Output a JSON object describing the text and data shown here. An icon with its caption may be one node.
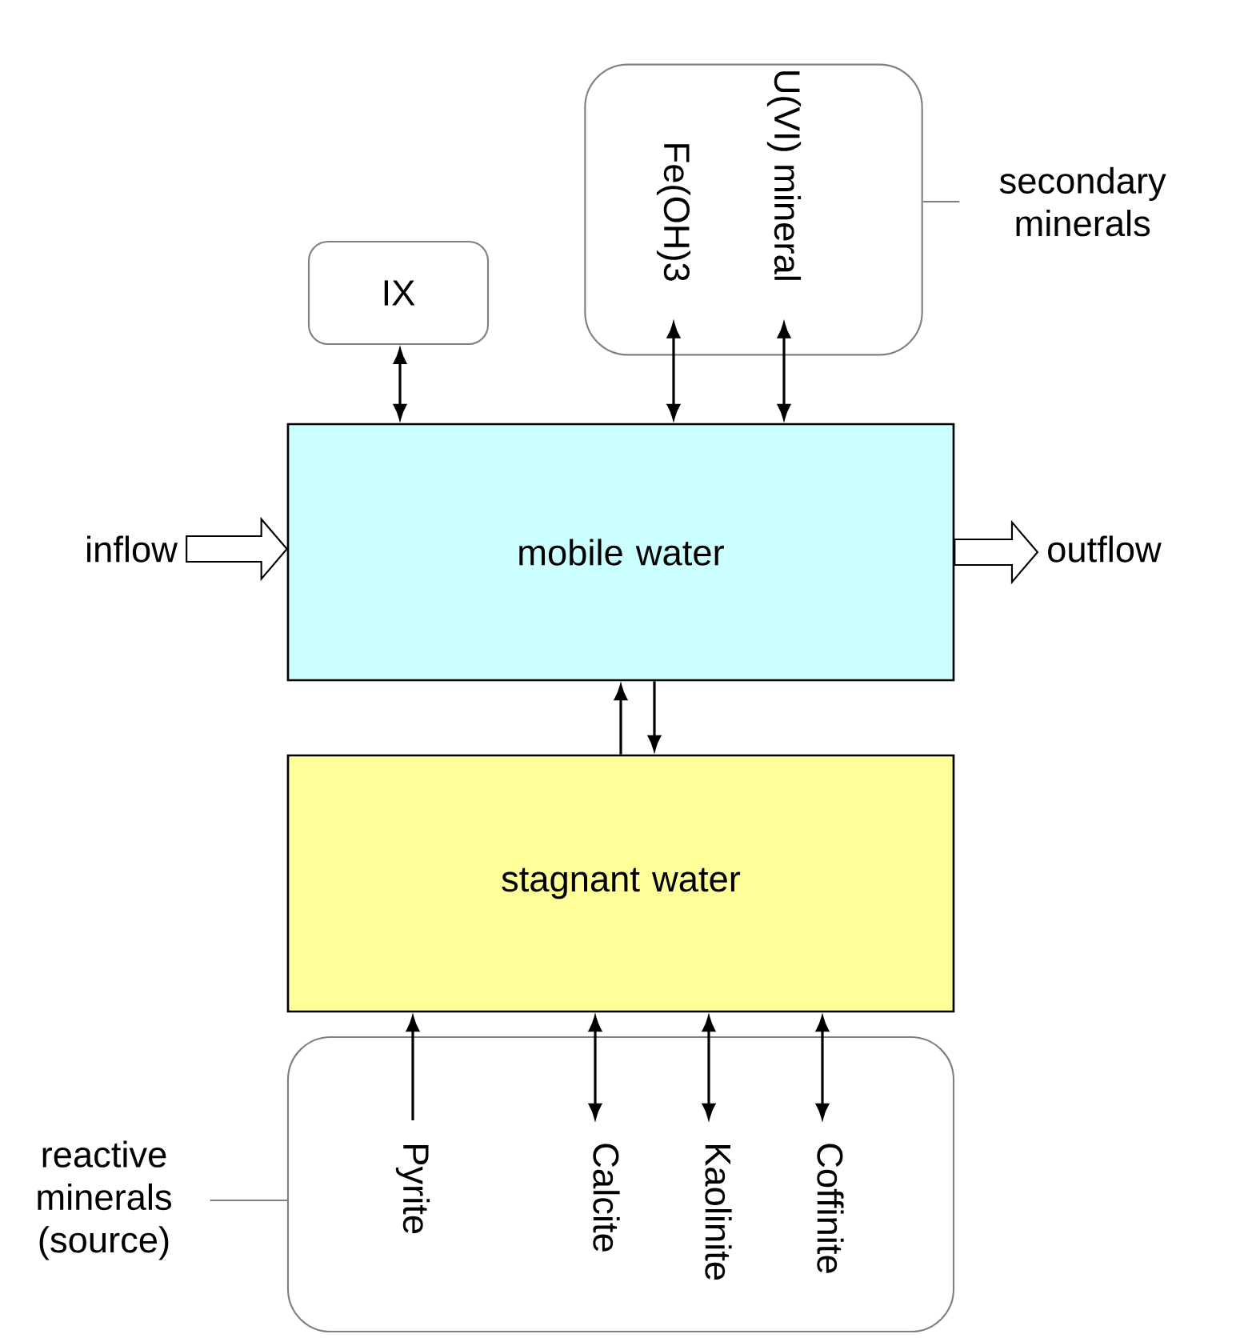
{
  "diagram": {
    "nodes": [
      {
        "text": [
          "IX"
        ]
      },
      {
        "text": [],
        "shape": "box"
      },
      {
        "text": [
          "Fe(OH)3"
        ],
        "in": 1
      },
      {
        "text": [
          "U(VI) mineral"
        ],
        "in": 1
      },
      {
        "text": [
          "secondary minerals"
        ]
      },
      {
        "text": [
          "inflow"
        ]
      },
      {
        "text": [
          "mobile water"
        ]
      },
      {
        "text": [
          "outflow"
        ]
      },
      {
        "text": [
          "stagnant water"
        ]
      },
      {
        "text": [
          "reactive minerals (source)"
        ]
      },
      {
        "text": [],
        "shape": "box"
      },
      {
        "text": [
          "Pyrite"
        ],
        "in": 10
      },
      {
        "text": [
          "Calcite"
        ],
        "in": 10
      },
      {
        "text": [
          "Kaolinite"
        ],
        "in": 10
      },
      {
        "text": [
          "Coffinite"
        ],
        "in": 10
      }
    ],
    "edges": [
      {
        "from": 6,
        "to": 0,
        "arrow": "both"
      },
      {
        "from": 6,
        "to": 2,
        "arrow": "both"
      },
      {
        "from": 6,
        "to": 3,
        "arrow": "both"
      },
      {
        "from": 4,
        "to": 1,
        "arrow": "none",
        "color": "#808080"
      },
      {
        "from": 5,
        "to": 6,
        "arrow": "to",
        "style": "thick"
      },
      {
        "from": 6,
        "to": 7,
        "arrow": "to",
        "style": "thick"
      },
      {
        "from": 8,
        "to": 6,
        "arrow": "to"
      },
      {
        "from": 6,
        "to": 8,
        "arrow": "to"
      },
      {
        "from": 11,
        "to": 8,
        "arrow": "to"
      },
      {
        "from": 8,
        "to": 12,
        "arrow": "both"
      },
      {
        "from": 8,
        "to": 13,
        "arrow": "both"
      },
      {
        "from": 8,
        "to": 14,
        "arrow": "both"
      },
      {
        "from": 9,
        "to": 10,
        "arrow": "none",
        "color": "#808080"
      }
    ]
  }
}
